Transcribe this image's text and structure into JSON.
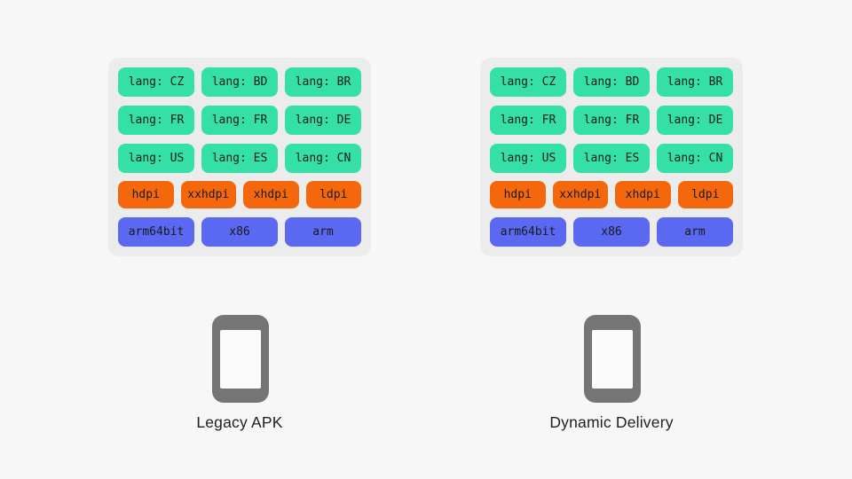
{
  "colors": {
    "page_bg": "#f7f7f7",
    "panel_bg": "#ececec",
    "lang_chip": "#34e0a5",
    "dpi_chip": "#f4670c",
    "abi_chip": "#5a68f2",
    "chip_text": "#1b1b1b",
    "phone_body": "#757575",
    "phone_screen": "#fbfbfb",
    "caption_text": "#212121"
  },
  "panels": [
    {
      "label": "Legacy APK",
      "lang_rows": [
        [
          "lang: CZ",
          "lang: BD",
          "lang: BR"
        ],
        [
          "lang: FR",
          "lang: FR",
          "lang: DE"
        ],
        [
          "lang: US",
          "lang: ES",
          "lang: CN"
        ]
      ],
      "dpi_row": [
        "hdpi",
        "xxhdpi",
        "xhdpi",
        "ldpi"
      ],
      "abi_row": [
        "arm64bit",
        "x86",
        "arm"
      ]
    },
    {
      "label": "Dynamic Delivery",
      "lang_rows": [
        [
          "lang: CZ",
          "lang: BD",
          "lang: BR"
        ],
        [
          "lang: FR",
          "lang: FR",
          "lang: DE"
        ],
        [
          "lang: US",
          "lang: ES",
          "lang: CN"
        ]
      ],
      "dpi_row": [
        "hdpi",
        "xxhdpi",
        "xhdpi",
        "ldpi"
      ],
      "abi_row": [
        "arm64bit",
        "x86",
        "arm"
      ]
    }
  ]
}
